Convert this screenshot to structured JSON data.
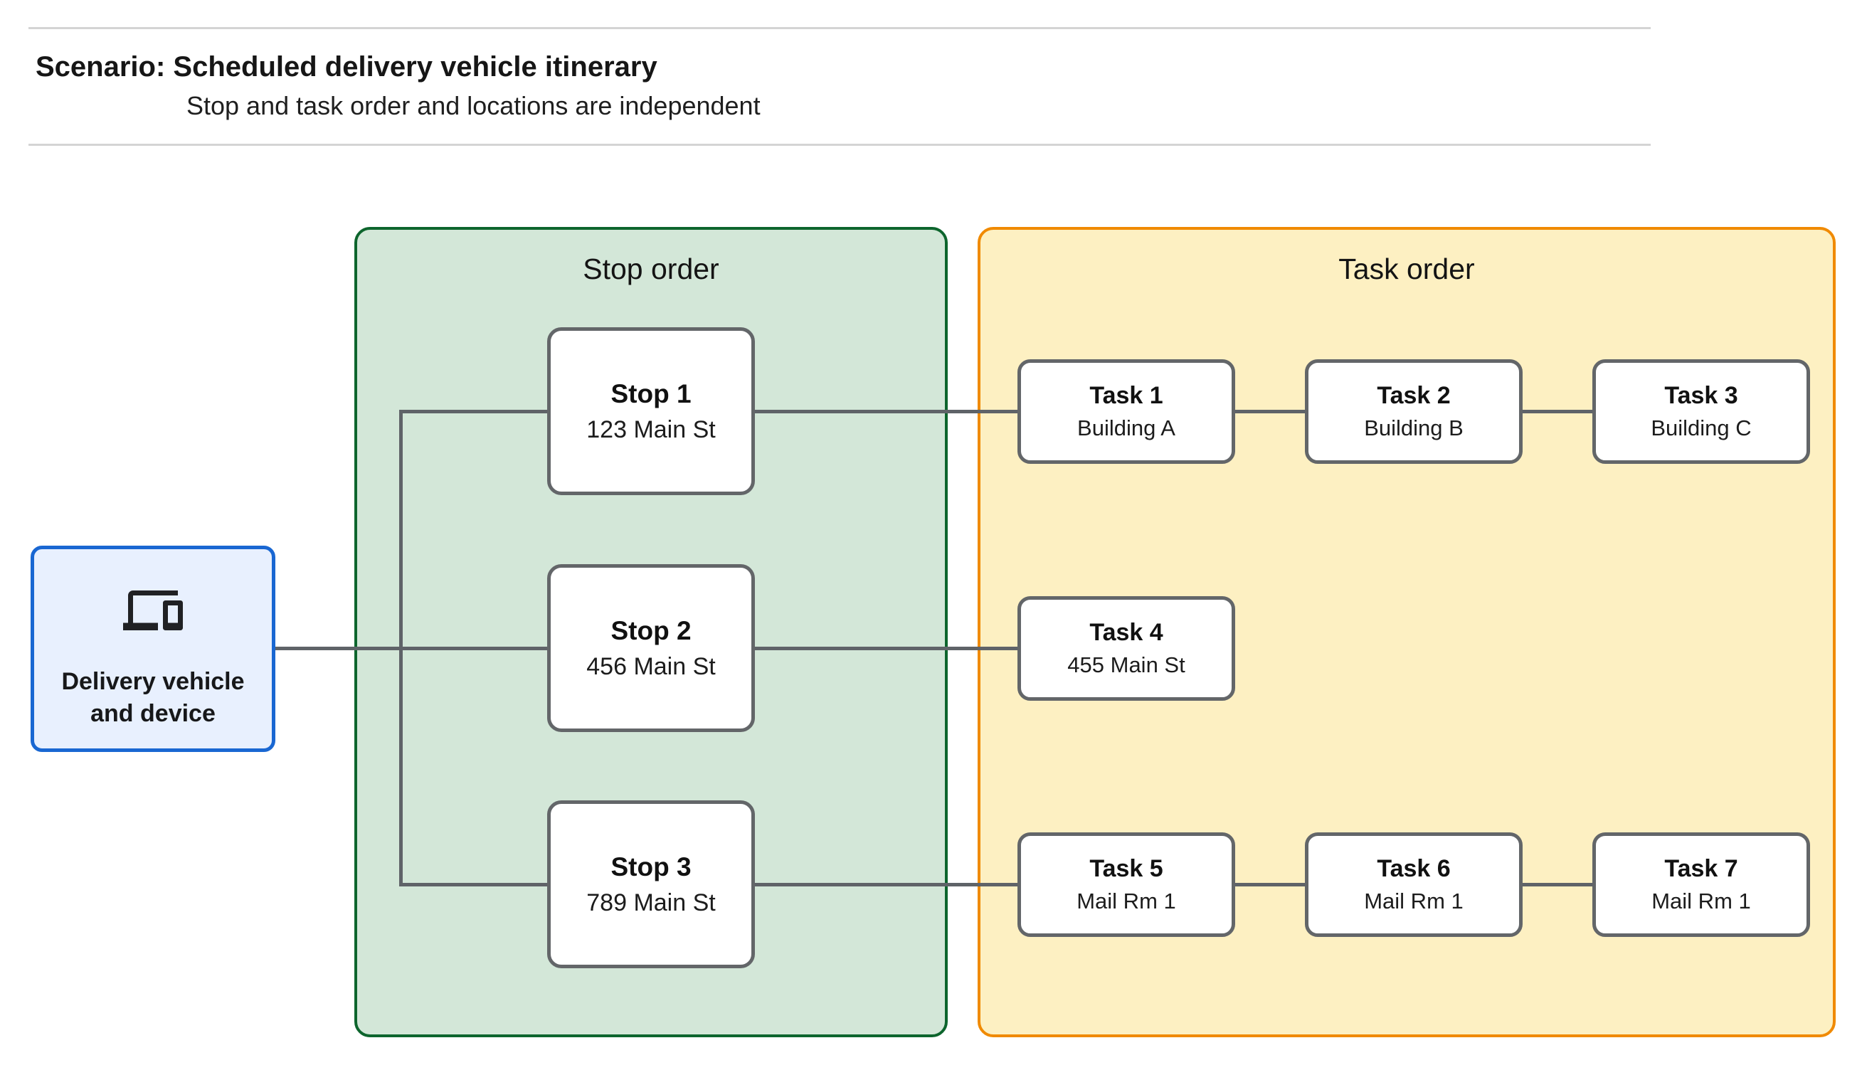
{
  "header": {
    "title": "Scenario: Scheduled delivery vehicle itinerary",
    "subtitle": "Stop and task order and locations are independent"
  },
  "vehicle": {
    "label": "Delivery vehicle and device",
    "icon": "devices-icon"
  },
  "stop_order": {
    "title": "Stop order",
    "stops": [
      {
        "title": "Stop 1",
        "address": "123 Main St"
      },
      {
        "title": "Stop 2",
        "address": "456 Main St"
      },
      {
        "title": "Stop 3",
        "address": "789 Main St"
      }
    ]
  },
  "task_order": {
    "title": "Task order",
    "tasks": [
      {
        "title": "Task 1",
        "location": "Building A"
      },
      {
        "title": "Task 2",
        "location": "Building B"
      },
      {
        "title": "Task 3",
        "location": "Building C"
      },
      {
        "title": "Task 4",
        "location": "455 Main St"
      },
      {
        "title": "Task 5",
        "location": "Mail Rm 1"
      },
      {
        "title": "Task 6",
        "location": "Mail Rm 1"
      },
      {
        "title": "Task 7",
        "location": "Mail Rm 1"
      }
    ]
  },
  "colors": {
    "stop_panel_fill": "#d3e7d8",
    "stop_panel_border": "#0d652d",
    "task_panel_fill": "#fdf0c2",
    "task_panel_border": "#f08a00",
    "vehicle_fill": "#e8f0fe",
    "vehicle_border": "#1967d2",
    "connector_gray": "#5f6368",
    "node_border_gray": "#636669",
    "divider_gray": "#d4d4d4",
    "text": "#1f1f1f"
  }
}
